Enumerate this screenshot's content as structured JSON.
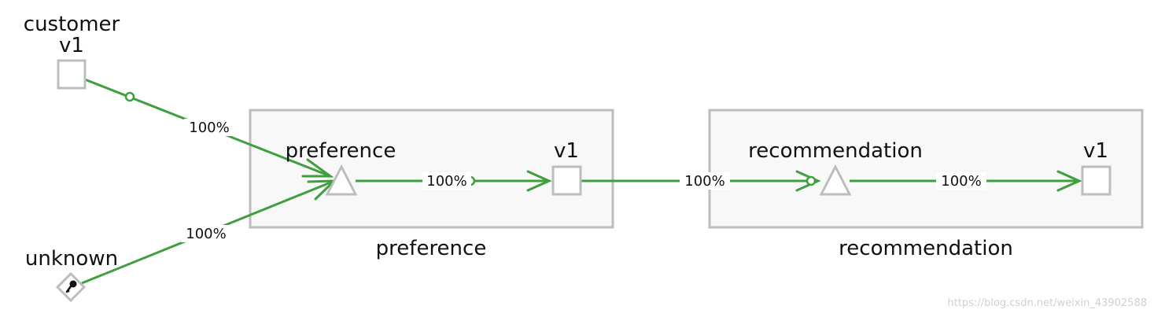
{
  "nodes": {
    "customer": {
      "app": "customer",
      "version": "v1"
    },
    "unknown": {
      "label": "unknown"
    },
    "preference": {
      "service": "preference",
      "version": "v1"
    },
    "recommendation": {
      "service": "recommendation",
      "version": "v1"
    }
  },
  "groups": {
    "preference": "preference",
    "recommendation": "recommendation"
  },
  "edges": {
    "customer_to_preference": "100%",
    "unknown_to_preference": "100%",
    "preference_service_to_v1": "100%",
    "preference_v1_to_recommendation": "100%",
    "recommendation_service_to_v1": "100%"
  },
  "colors": {
    "edge": "#3f9f3f",
    "node_border": "#bdbdbd",
    "box_fill": "#f8f8f8"
  },
  "watermark": "https://blog.csdn.net/weixin_43902588"
}
